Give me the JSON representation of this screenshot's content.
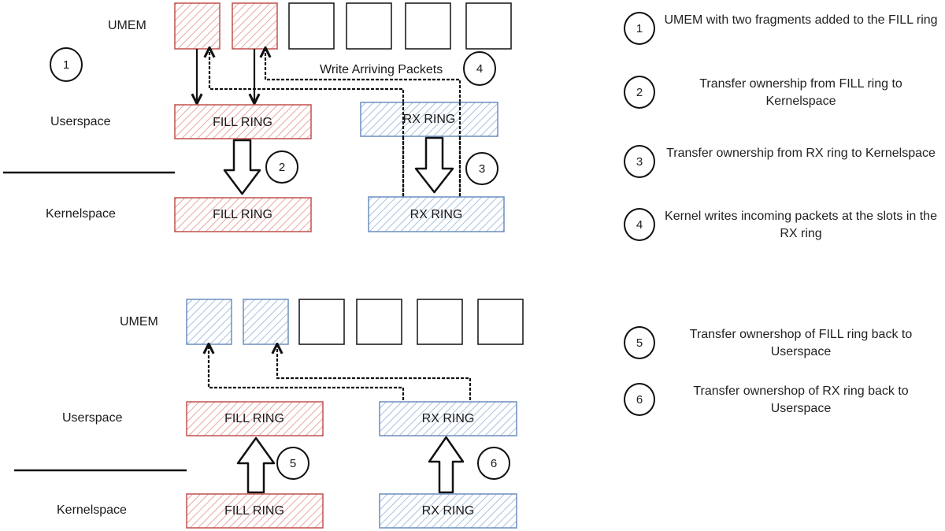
{
  "colors": {
    "fill_ring": "#c0504d",
    "rx_ring": "#6c8ebf",
    "stroke": "#111111"
  },
  "top": {
    "umem_label": "UMEM",
    "userspace_label": "Userspace",
    "kernelspace_label": "Kernelspace",
    "user_fill_ring": "FILL RING",
    "user_rx_ring": "RX RING",
    "kernel_fill_ring": "FILL RING",
    "kernel_rx_ring": "RX RING",
    "write_label": "Write Arriving Packets",
    "steps": {
      "s1": "1",
      "s2": "2",
      "s3": "3",
      "s4": "4"
    }
  },
  "bottom": {
    "umem_label": "UMEM",
    "userspace_label": "Userspace",
    "kernelspace_label": "Kernelspace",
    "user_fill_ring": "FILL RING",
    "user_rx_ring": "RX RING",
    "kernel_fill_ring": "FILL RING",
    "kernel_rx_ring": "RX RING",
    "steps": {
      "s5": "5",
      "s6": "6"
    }
  },
  "legend": [
    {
      "num": "1",
      "text": "UMEM with two fragments added to the FILL ring"
    },
    {
      "num": "2",
      "text": "Transfer ownership from FILL ring to Kernelspace"
    },
    {
      "num": "3",
      "text": "Transfer ownership from RX ring to Kernelspace"
    },
    {
      "num": "4",
      "text": "Kernel writes incoming packets at the slots in the RX ring"
    },
    {
      "num": "5",
      "text": "Transfer ownershop of FILL ring back to Userspace"
    },
    {
      "num": "6",
      "text": "Transfer ownershop of RX ring back to Userspace"
    }
  ]
}
